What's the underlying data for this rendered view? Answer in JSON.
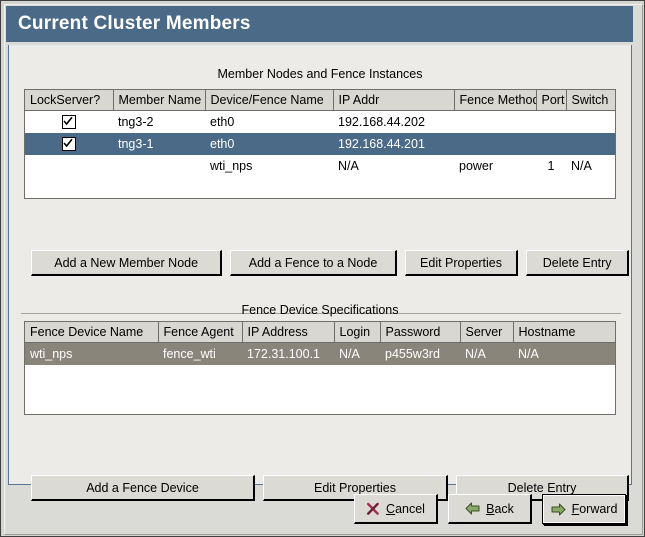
{
  "window": {
    "title": "Current Cluster Members"
  },
  "members_section": {
    "title": "Member Nodes and Fence Instances",
    "columns": [
      "LockServer?",
      "Member Name",
      "Device/Fence Name",
      "IP Addr",
      "Fence Method",
      "Port",
      "Switch"
    ],
    "rows": [
      {
        "lockserver": "checked",
        "member_name": "tng3-2",
        "device_fence_name": "eth0",
        "ip_addr": "192.168.44.202",
        "fence_method": "",
        "port": "",
        "switch": "",
        "state": "normal"
      },
      {
        "lockserver": "checked",
        "member_name": "tng3-1",
        "device_fence_name": "eth0",
        "ip_addr": "192.168.44.201",
        "fence_method": "",
        "port": "",
        "switch": "",
        "state": "selected-focus"
      },
      {
        "lockserver": "",
        "member_name": "",
        "device_fence_name": "wti_nps",
        "ip_addr": "N/A",
        "fence_method": "power",
        "port": "1",
        "switch": "N/A",
        "state": "normal"
      }
    ],
    "buttons": [
      {
        "label": "Add a New Member Node"
      },
      {
        "label": "Add a Fence to a Node"
      },
      {
        "label": "Edit Properties"
      },
      {
        "label": "Delete Entry"
      }
    ]
  },
  "fence_section": {
    "title": "Fence Device Specifications",
    "columns": [
      "Fence Device Name",
      "Fence Agent",
      "IP Address",
      "Login",
      "Password",
      "Server",
      "Hostname"
    ],
    "rows": [
      {
        "fence_device_name": "wti_nps",
        "fence_agent": "fence_wti",
        "ip_address": "172.31.100.1",
        "login": "N/A",
        "password": "p455w3rd",
        "server": "N/A",
        "hostname": "N/A",
        "state": "selected-unfocus"
      }
    ],
    "buttons": [
      {
        "label": "Add a Fence Device"
      },
      {
        "label": "Edit Properties"
      },
      {
        "label": "Delete Entry"
      }
    ]
  },
  "navbar": {
    "cancel": {
      "pre": "",
      "mnemonic": "C",
      "post": "ancel",
      "icon": "cancel-x-icon"
    },
    "back": {
      "pre": "",
      "mnemonic": "B",
      "post": "ack",
      "icon": "arrow-left-icon"
    },
    "forward": {
      "pre": "",
      "mnemonic": "F",
      "post": "orward",
      "icon": "arrow-right-icon"
    }
  },
  "colors": {
    "titlebar": "#4a6a88",
    "selection_focused": "#4a6a88",
    "selection_unfocused": "#8a857a",
    "panel_bg": "#edebe7",
    "button_face": "#dcdad4",
    "header_face": "#d9d7d1",
    "cancel_icon": "#a03050",
    "nav_arrow": "#6b8a4a"
  }
}
